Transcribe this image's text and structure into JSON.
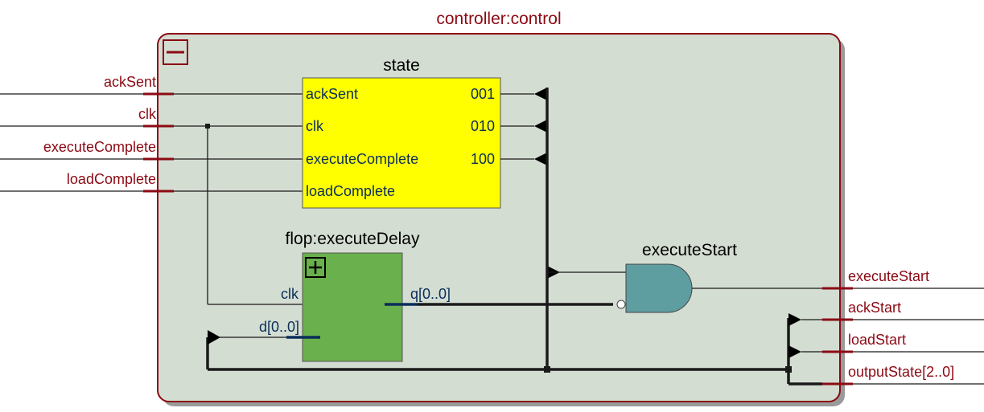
{
  "module": {
    "title": "controller:control",
    "collapse_symbol": "minus"
  },
  "inputs": [
    {
      "name": "ackSent"
    },
    {
      "name": "clk"
    },
    {
      "name": "executeComplete"
    },
    {
      "name": "loadComplete"
    }
  ],
  "outputs": [
    {
      "name": "executeStart"
    },
    {
      "name": "ackStart"
    },
    {
      "name": "loadStart"
    },
    {
      "name": "outputState[2..0]"
    }
  ],
  "state_block": {
    "title": "state",
    "inputs": [
      "ackSent",
      "clk",
      "executeComplete",
      "loadComplete"
    ],
    "outputs": [
      "001",
      "010",
      "100"
    ],
    "fill": "#ffff00"
  },
  "flop_block": {
    "title": "flop:executeDelay",
    "expand_symbol": "plus",
    "inputs": [
      "clk",
      "d[0..0]"
    ],
    "outputs": [
      "q[0..0]"
    ],
    "fill": "#6ab04c"
  },
  "gate": {
    "title": "executeStart",
    "type": "AND",
    "fill": "#5f9ea0"
  },
  "colors": {
    "module_fill": "#d4ddd2",
    "module_border": "#8b0a14",
    "port_text": "#8b0a14",
    "inner_text": "#0a2e5a",
    "wire": "#1a1a1a"
  }
}
